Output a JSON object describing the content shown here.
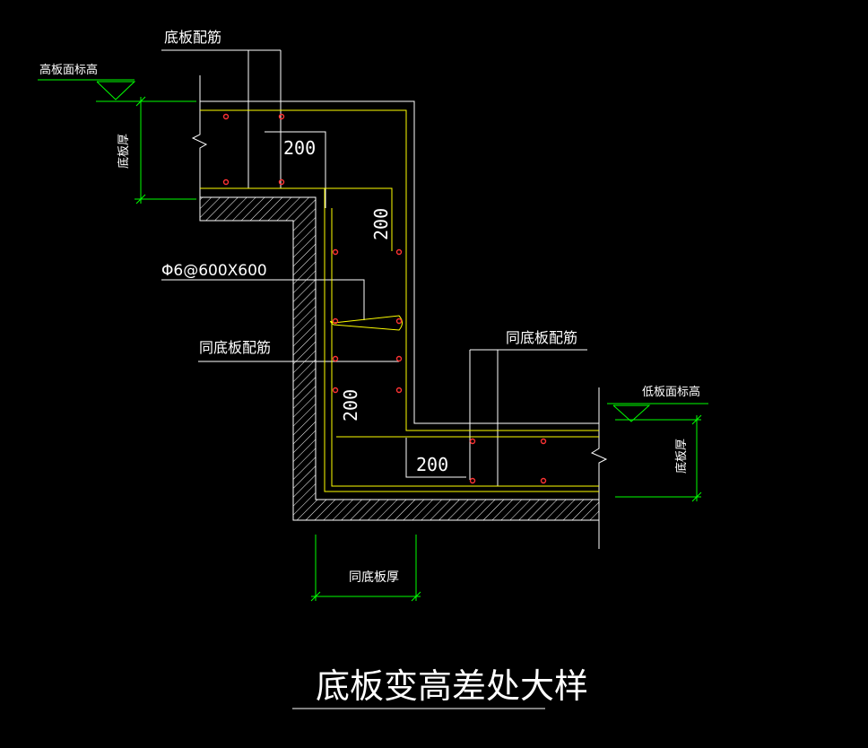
{
  "drawing": {
    "title": "底板变高差处大样",
    "labels": {
      "top_rebar": "底板配筋",
      "high_slab_elevation": "高板面标高",
      "slab_thickness_left": "底板厚",
      "tie_bar": "Φ6@600X600",
      "same_rebar_left": "同底板配筋",
      "same_rebar_right": "同底板配筋",
      "low_slab_elevation": "低板面标高",
      "slab_thickness_right": "底板厚",
      "same_slab_thickness": "同底板厚"
    },
    "dimensions": {
      "d1": "200",
      "d2": "200",
      "d3": "200",
      "d4": "200"
    }
  },
  "colors": {
    "background": "#000000",
    "outline": "#ffffff",
    "rebar": "#ffff00",
    "rebar_dot": "#ff0000",
    "dimension": "#00ff00",
    "text": "#ffffff"
  }
}
